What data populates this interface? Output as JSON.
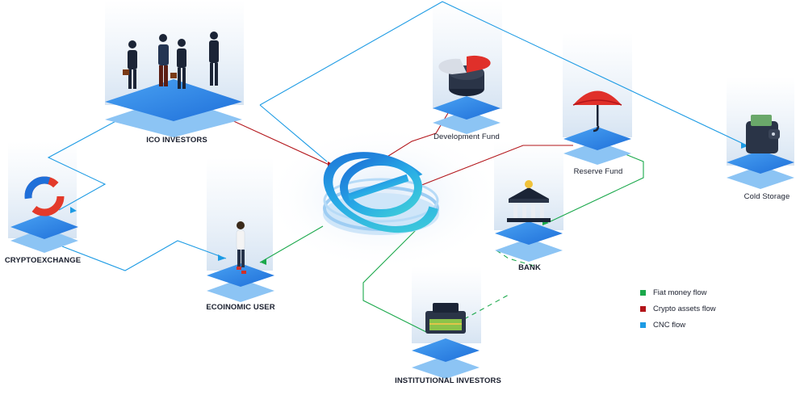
{
  "colors": {
    "fiat": "#1aa84b",
    "crypto": "#b3151a",
    "cnc": "#1d9be4",
    "platform": "#2f86e6",
    "platform_dark": "#1b5bbf"
  },
  "nodes": {
    "ico_investors": "ICO INVESTORS",
    "cryptoexchange": "CRYPTOEXCHANGE",
    "economic_user": "ECOINOMIC USER",
    "development_fund": "Development Fund",
    "reserve_fund": "Reserve Fund",
    "bank": "BANK",
    "cold_storage": "Cold Storage",
    "institutional_investors": "INSTITUTIONAL INVESTORS"
  },
  "legend": [
    {
      "label": "Fiat money flow",
      "color_key": "fiat"
    },
    {
      "label": "Crypto  assets flow",
      "color_key": "crypto"
    },
    {
      "label": "CNC flow",
      "color_key": "cnc"
    }
  ]
}
